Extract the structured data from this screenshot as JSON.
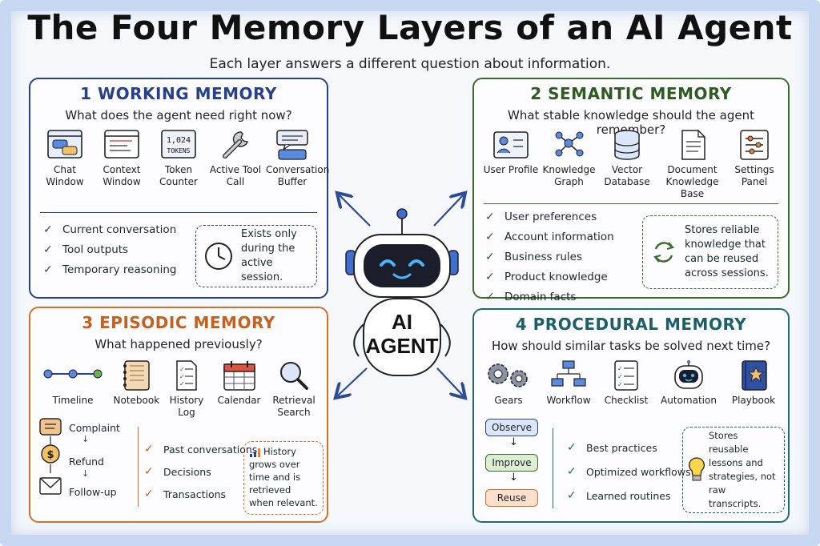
{
  "title": "The Four Memory Layers of an AI Agent",
  "subtitle": "Each layer answers a different question about information.",
  "robot": {
    "label_line1": "AI",
    "label_line2": "AGENT"
  },
  "working": {
    "heading": "1  WORKING MEMORY",
    "question": "What does the agent need right now?",
    "icons": [
      {
        "icon": "chat-window-icon",
        "label": "Chat Window"
      },
      {
        "icon": "context-window-icon",
        "label": "Context Window"
      },
      {
        "icon": "token-counter-icon",
        "label": "Token Counter",
        "text1": "1,024",
        "text2": "TOKENS"
      },
      {
        "icon": "wrench-icon",
        "label": "Active Tool Call"
      },
      {
        "icon": "conversation-buffer-icon",
        "label": "Conversation Buffer"
      }
    ],
    "checks": [
      "Current conversation",
      "Tool outputs",
      "Temporary reasoning"
    ],
    "note": "Exists only during the active session."
  },
  "semantic": {
    "heading": "2  SEMANTIC MEMORY",
    "question": "What stable knowledge should the agent remember?",
    "icons": [
      {
        "icon": "user-profile-icon",
        "label": "User Profile"
      },
      {
        "icon": "knowledge-graph-icon",
        "label": "Knowledge Graph"
      },
      {
        "icon": "database-icon",
        "label": "Vector Database"
      },
      {
        "icon": "document-icon",
        "label": "Document Knowledge Base"
      },
      {
        "icon": "settings-panel-icon",
        "label": "Settings Panel"
      }
    ],
    "checks": [
      "User preferences",
      "Account information",
      "Business rules",
      "Product knowledge",
      "Domain facts"
    ],
    "note": "Stores reliable knowledge that can be reused across sessions."
  },
  "episodic": {
    "heading": "3  EPISODIC MEMORY",
    "question": "What happened previously?",
    "icons": [
      {
        "icon": "timeline-icon",
        "label": "Timeline"
      },
      {
        "icon": "notebook-icon",
        "label": "Notebook"
      },
      {
        "icon": "history-log-icon",
        "label": "History Log"
      },
      {
        "icon": "calendar-icon",
        "label": "Calendar"
      },
      {
        "icon": "magnifier-icon",
        "label": "Retrieval Search"
      }
    ],
    "flow": [
      "Complaint",
      "Refund",
      "Follow-up"
    ],
    "checks": [
      "Past conversations",
      "Decisions",
      "Transactions"
    ],
    "note": "History grows over time and is retrieved when relevant."
  },
  "procedural": {
    "heading": "4  PROCEDURAL MEMORY",
    "question": "How should similar tasks be solved next time?",
    "icons": [
      {
        "icon": "gears-icon",
        "label": "Gears"
      },
      {
        "icon": "workflow-icon",
        "label": "Workflow"
      },
      {
        "icon": "checklist-icon",
        "label": "Checklist"
      },
      {
        "icon": "automation-robot-icon",
        "label": "Automation"
      },
      {
        "icon": "playbook-icon",
        "label": "Playbook"
      }
    ],
    "flow": [
      "Observe",
      "Improve",
      "Reuse"
    ],
    "checks": [
      "Best practices",
      "Optimized workflows",
      "Learned routines"
    ],
    "note": "Stores reusable lessons and strategies, not raw transcripts."
  },
  "colors": {
    "working": "#27408b",
    "semantic": "#3d6b2c",
    "episodic": "#d2702d",
    "procedural": "#1f6b78"
  }
}
